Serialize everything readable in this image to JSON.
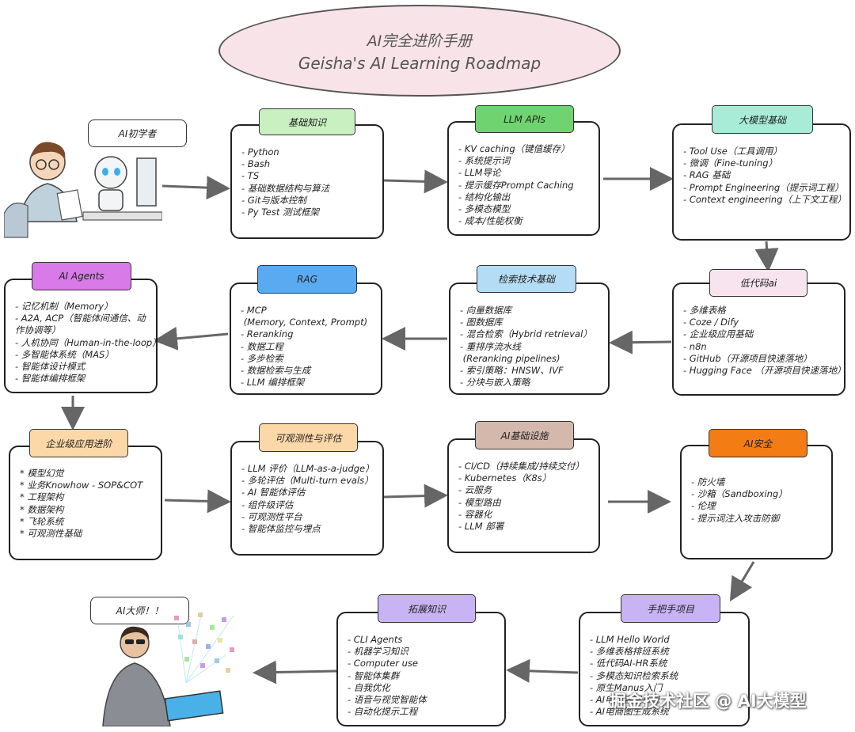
{
  "title": {
    "line1": "AI完全进阶手册",
    "line2": "Geisha's AI Learning Roadmap"
  },
  "beginner_bubble": "AI初学者",
  "master_bubble": "AI大师！！",
  "boxes": {
    "basics": {
      "tag": "基础知识",
      "color": "#c8f0c0",
      "items": [
        "- Python",
        "- Bash",
        "- TS",
        "- 基础数据结构与算法",
        "- Git与版本控制",
        "- Py Test 测试框架"
      ]
    },
    "llm_apis": {
      "tag": "LLM APIs",
      "color": "#6fd46f",
      "items": [
        "- KV caching（键值缓存）",
        "- 系统提示词",
        "- LLM导论",
        "- 提示缓存Prompt Caching",
        "- 结构化输出",
        "- 多模态模型",
        "- 成本/性能权衡"
      ]
    },
    "llm_basics": {
      "tag": "大模型基础",
      "color": "#a8ecd8",
      "items": [
        "- Tool Use（工具调用）",
        "- 微调（Fine-tuning）",
        "- RAG 基础",
        "- Prompt Engineering（提示词工程）",
        "- Context engineering（上下文工程）"
      ]
    },
    "lowcode": {
      "tag": "低代码ai",
      "color": "#f8e4ee",
      "items": [
        "- 多维表格",
        "- Coze / Dify",
        "- 企业级应用基础",
        "- n8n",
        "- GitHub（开源项目快速落地）",
        "- Hugging Face （开源项目快速落地）"
      ]
    },
    "retrieval": {
      "tag": "检索技术基础",
      "color": "#b4dcf4",
      "items": [
        "- 向量数据库",
        "- 图数据库",
        "- 混合检索（Hybrid retrieval）",
        "- 重排序流水线",
        " (Reranking pipelines)",
        "- 索引策略：HNSW、IVF",
        "- 分块与嵌入策略"
      ]
    },
    "rag": {
      "tag": "RAG",
      "color": "#5aaaf2",
      "items": [
        "- MCP",
        " (Memory, Context, Prompt)",
        "- Reranking",
        "- 数据工程",
        "- 多步检索",
        "- 数据检索与生成",
        "- LLM 编排框架"
      ]
    },
    "agents": {
      "tag": "AI Agents",
      "color": "#d87ae8",
      "items": [
        "- 记忆机制（Memory）",
        "- A2A, ACP（智能体间通信、动",
        "作协调等）",
        "- 人机协同（Human-in-the-loop）",
        "- 多智能体系统（MAS）",
        "- 智能体设计模式",
        "- 智能体编排框架"
      ]
    },
    "enterprise": {
      "tag": "企业级应用进阶",
      "color": "#fcd8a8",
      "items": [
        "* 模型幻觉",
        "* 业务Knowhow - SOP&COT",
        "* 工程架构",
        "* 数据架构",
        "* 飞轮系统",
        "* 可观测性基础"
      ]
    },
    "observability": {
      "tag": "可观测性与评估",
      "color": "#fcd8a8",
      "items": [
        "- LLM 评价（LLM-as-a-judge）",
        "- 多轮评估（Multi-turn evals）",
        "- AI 智能体评估",
        "- 组件级评估",
        "- 可观测性平台",
        "- 智能体监控与埋点"
      ]
    },
    "infra": {
      "tag": "AI基础设施",
      "color": "#d4b8ac",
      "items": [
        "- CI/CD（持续集成/持续交付）",
        "- Kubernetes（K8s）",
        "- 云服务",
        "- 模型路由",
        "- 容器化",
        "- LLM 部署"
      ]
    },
    "security": {
      "tag": "AI安全",
      "color": "#f47c14",
      "items": [
        "- 防火墙",
        "- 沙箱（Sandboxing）",
        "- 伦理",
        "- 提示词注入攻击防御"
      ]
    },
    "projects": {
      "tag": "手把手项目",
      "color": "#c8b4f4",
      "items": [
        "- LLM Hello World",
        "- 多维表格排班系统",
        "- 低代码AI-HR系统",
        "- 多模态知识检索系统",
        "- 原生Manus入门",
        "- AI电商客服系统",
        "- AI电商图生成系统"
      ]
    },
    "extended": {
      "tag": "拓展知识",
      "color": "#c8b4f4",
      "items": [
        "- CLI Agents",
        "- 机器学习知识",
        "- Computer use",
        "- 智能体集群",
        "- 自我优化",
        "- 语音与视觉智能体",
        "- 自动化提示工程"
      ]
    }
  },
  "watermark": "掘金技术社区 @ AI大模型"
}
